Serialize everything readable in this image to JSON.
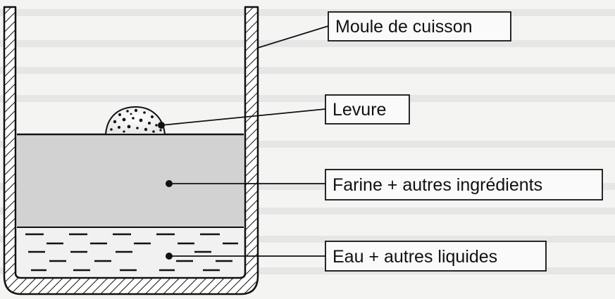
{
  "labels": {
    "mold": "Moule de cuisson",
    "yeast": "Levure",
    "flour": "Farine + autres ingrédients",
    "water": "Eau + autres liquides"
  },
  "colors": {
    "ink": "#111111",
    "flour_fill": "#d2d2d2",
    "water_fill": "#f1f1f1",
    "background": "#f4f4f3"
  }
}
